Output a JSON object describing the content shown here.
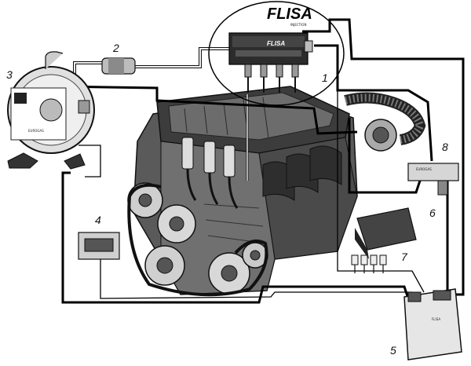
{
  "logo": {
    "text": "FLISA",
    "sub": "INJECTION"
  },
  "callouts": [
    "1",
    "2",
    "3",
    "4",
    "5",
    "6",
    "7",
    "8"
  ],
  "component_labels": {
    "injector_rail_brand": "FLISA",
    "reducer_brand": "EUROGAS",
    "sensor_brand": "EUROGAS",
    "ecu_brand": "FLISA"
  }
}
